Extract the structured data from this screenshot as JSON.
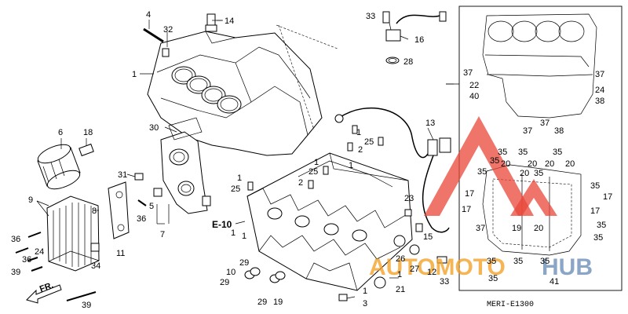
{
  "diagram_code": "MERI-E1300",
  "section_ref": "E-10",
  "direction_label": "FR.",
  "watermark": {
    "text_orange": "AUTOMOTO",
    "text_blue": "HUB",
    "color_orange": "#f4a32a",
    "color_blue": "#6f8fb8",
    "triangle_color": "#e9473a"
  },
  "callouts": [
    {
      "id": "c4",
      "text": "4"
    },
    {
      "id": "c32",
      "text": "32"
    },
    {
      "id": "c14",
      "text": "14"
    },
    {
      "id": "c33a",
      "text": "33"
    },
    {
      "id": "c16",
      "text": "16"
    },
    {
      "id": "c28",
      "text": "28"
    },
    {
      "id": "c1a",
      "text": "1"
    },
    {
      "id": "c6",
      "text": "6"
    },
    {
      "id": "c18",
      "text": "18"
    },
    {
      "id": "c30",
      "text": "30"
    },
    {
      "id": "c31",
      "text": "31"
    },
    {
      "id": "c9",
      "text": "9"
    },
    {
      "id": "c8",
      "text": "8"
    },
    {
      "id": "c5",
      "text": "5"
    },
    {
      "id": "c36a",
      "text": "36"
    },
    {
      "id": "c7",
      "text": "7"
    },
    {
      "id": "c11",
      "text": "11"
    },
    {
      "id": "c36b",
      "text": "36"
    },
    {
      "id": "c24a",
      "text": "24"
    },
    {
      "id": "c34",
      "text": "34"
    },
    {
      "id": "c36c",
      "text": "36"
    },
    {
      "id": "c39a",
      "text": "39"
    },
    {
      "id": "c39b",
      "text": "39"
    },
    {
      "id": "c1b",
      "text": "1"
    },
    {
      "id": "c25a",
      "text": "25"
    },
    {
      "id": "c2a",
      "text": "2"
    },
    {
      "id": "c1c",
      "text": "1"
    },
    {
      "id": "c25b",
      "text": "25"
    },
    {
      "id": "c1d",
      "text": "1"
    },
    {
      "id": "c25c",
      "text": "25"
    },
    {
      "id": "c2b",
      "text": "2"
    },
    {
      "id": "c13",
      "text": "13"
    },
    {
      "id": "c23",
      "text": "23"
    },
    {
      "id": "c15",
      "text": "15"
    },
    {
      "id": "c1e",
      "text": "1"
    },
    {
      "id": "c1f",
      "text": "1"
    },
    {
      "id": "c10",
      "text": "10"
    },
    {
      "id": "c29a",
      "text": "29"
    },
    {
      "id": "c29b",
      "text": "29"
    },
    {
      "id": "c29c",
      "text": "29"
    },
    {
      "id": "c19",
      "text": "19"
    },
    {
      "id": "c26",
      "text": "26"
    },
    {
      "id": "c27",
      "text": "27"
    },
    {
      "id": "c12",
      "text": "12"
    },
    {
      "id": "c1g",
      "text": "1"
    },
    {
      "id": "c21",
      "text": "21"
    },
    {
      "id": "c33b",
      "text": "33"
    },
    {
      "id": "c1h",
      "text": "1"
    },
    {
      "id": "c3",
      "text": "3"
    },
    {
      "id": "c1i",
      "text": "1"
    },
    {
      "id": "c37a",
      "text": "37"
    },
    {
      "id": "c22",
      "text": "22"
    },
    {
      "id": "c40",
      "text": "40"
    },
    {
      "id": "c37b",
      "text": "37"
    },
    {
      "id": "c24b",
      "text": "24"
    },
    {
      "id": "c38a",
      "text": "38"
    },
    {
      "id": "c37c",
      "text": "37"
    },
    {
      "id": "c37d",
      "text": "37"
    },
    {
      "id": "c38b",
      "text": "38"
    },
    {
      "id": "c35a",
      "text": "35"
    },
    {
      "id": "c35b",
      "text": "35"
    },
    {
      "id": "c35c",
      "text": "35"
    },
    {
      "id": "c20a",
      "text": "20"
    },
    {
      "id": "c35d",
      "text": "35"
    },
    {
      "id": "c20b",
      "text": "20"
    },
    {
      "id": "c20c",
      "text": "20"
    },
    {
      "id": "c20d",
      "text": "20"
    },
    {
      "id": "c35e",
      "text": "35"
    },
    {
      "id": "c20e",
      "text": "20"
    },
    {
      "id": "c35f",
      "text": "35"
    },
    {
      "id": "c35g",
      "text": "35"
    },
    {
      "id": "c17a",
      "text": "17"
    },
    {
      "id": "c17b",
      "text": "17"
    },
    {
      "id": "c17c",
      "text": "17"
    },
    {
      "id": "c17d",
      "text": "17"
    },
    {
      "id": "c37e",
      "text": "37"
    },
    {
      "id": "c19b",
      "text": "19"
    },
    {
      "id": "c20f",
      "text": "20"
    },
    {
      "id": "c35h",
      "text": "35"
    },
    {
      "id": "c35i",
      "text": "35"
    },
    {
      "id": "c35j",
      "text": "35"
    },
    {
      "id": "c35k",
      "text": "35"
    },
    {
      "id": "c35l",
      "text": "35"
    },
    {
      "id": "c35m",
      "text": "35"
    },
    {
      "id": "c41",
      "text": "41"
    }
  ]
}
